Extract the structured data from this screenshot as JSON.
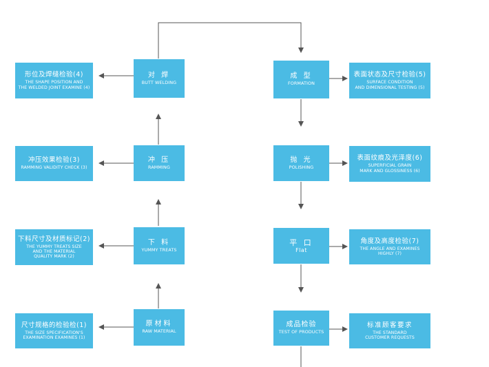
{
  "left_process": [
    {
      "zh": "对 焊",
      "en": "BUTT WELDING"
    },
    {
      "zh": "冲 压",
      "en": "RAMMING"
    },
    {
      "zh": "下 料",
      "en": "YUMMY TREATS"
    },
    {
      "zh": "原材料",
      "en": "RAW MATERIAL"
    }
  ],
  "left_checks": [
    {
      "zh": "形位及焊缝检验(4)",
      "en": [
        "THE SHAPE POSITION AND",
        "THE WELDED JOINT EXAMINE (4)"
      ]
    },
    {
      "zh": "冲压效果检验(3)",
      "en": [
        "RAMMING VALIDITY CHECK (3)"
      ]
    },
    {
      "zh": "下料尺寸及材质标记(2)",
      "en": [
        "THE YUMMY TREATS SIZE",
        "AND THE MATERIAL",
        "QUALITY MARK (2)"
      ]
    },
    {
      "zh": "尺寸规格的检验检(1)",
      "en": [
        "THE SIZE SPECIFICATION'S",
        "EXAMINATION EXAMINES (1)"
      ]
    }
  ],
  "right_process": [
    {
      "zh": "成 型",
      "en": "FORMATION"
    },
    {
      "zh": "抛 光",
      "en": "POLISHING"
    },
    {
      "zh": "平 口",
      "en": "Flat"
    },
    {
      "zh": "成品检验",
      "en": "TEST OF PRODUCTS"
    }
  ],
  "right_checks": [
    {
      "zh": "表面状态及尺寸检验(5)",
      "en": [
        "SURFACE CONDITION",
        "AND DIMENSIONAL TESTING (5)"
      ]
    },
    {
      "zh": "表面纹痕及光泽度(6)",
      "en": [
        "SUPERFICIAL GRAIN",
        "MARK AND GLOSSINESS (6)"
      ]
    },
    {
      "zh": "角度及高度检验(7)",
      "en": [
        "THE ANGLE AND EXAMINES",
        "HIGHLY (7)"
      ]
    },
    {
      "zh": "标准顾客要求",
      "en": [
        "THE STANDARD",
        "CUSTOMER REQUESTS"
      ]
    }
  ],
  "colors": {
    "box": "#4bbbe4",
    "line": "#555555",
    "text": "#ffffff"
  }
}
